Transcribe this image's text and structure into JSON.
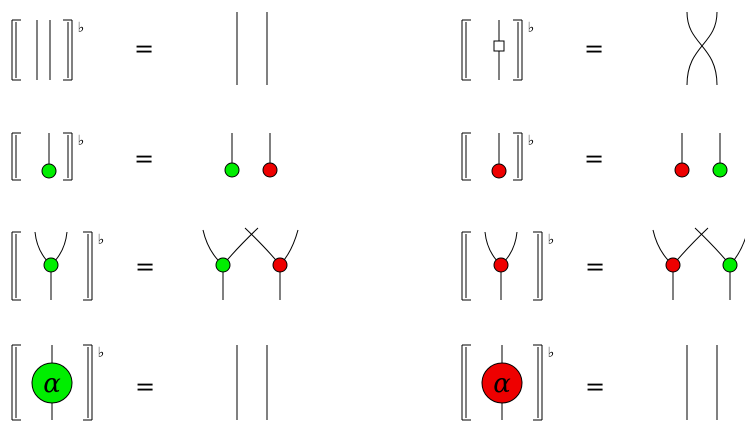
{
  "symbols": {
    "equals": "=",
    "flat": "♭",
    "alpha": "α"
  },
  "colors": {
    "green": "#00ee00",
    "red": "#ee0000",
    "stroke": "#000000"
  },
  "rows": [
    {
      "left": {
        "lhs": "identity",
        "rhs": "two-strands"
      },
      "right": {
        "lhs": "box",
        "rhs": "crossing"
      }
    },
    {
      "left": {
        "lhs": "unit",
        "color": "green",
        "rhs": "two-units",
        "colors": [
          "green",
          "red"
        ]
      },
      "right": {
        "lhs": "unit",
        "color": "red",
        "rhs": "two-units",
        "colors": [
          "red",
          "green"
        ]
      }
    },
    {
      "left": {
        "lhs": "merge",
        "color": "green",
        "rhs": "two-merges",
        "colors": [
          "green",
          "red"
        ]
      },
      "right": {
        "lhs": "merge",
        "color": "red",
        "rhs": "two-merges",
        "colors": [
          "red",
          "green"
        ]
      }
    },
    {
      "left": {
        "lhs": "phase",
        "color": "green",
        "rhs": "two-strands"
      },
      "right": {
        "lhs": "phase",
        "color": "red",
        "rhs": "two-strands"
      }
    }
  ]
}
